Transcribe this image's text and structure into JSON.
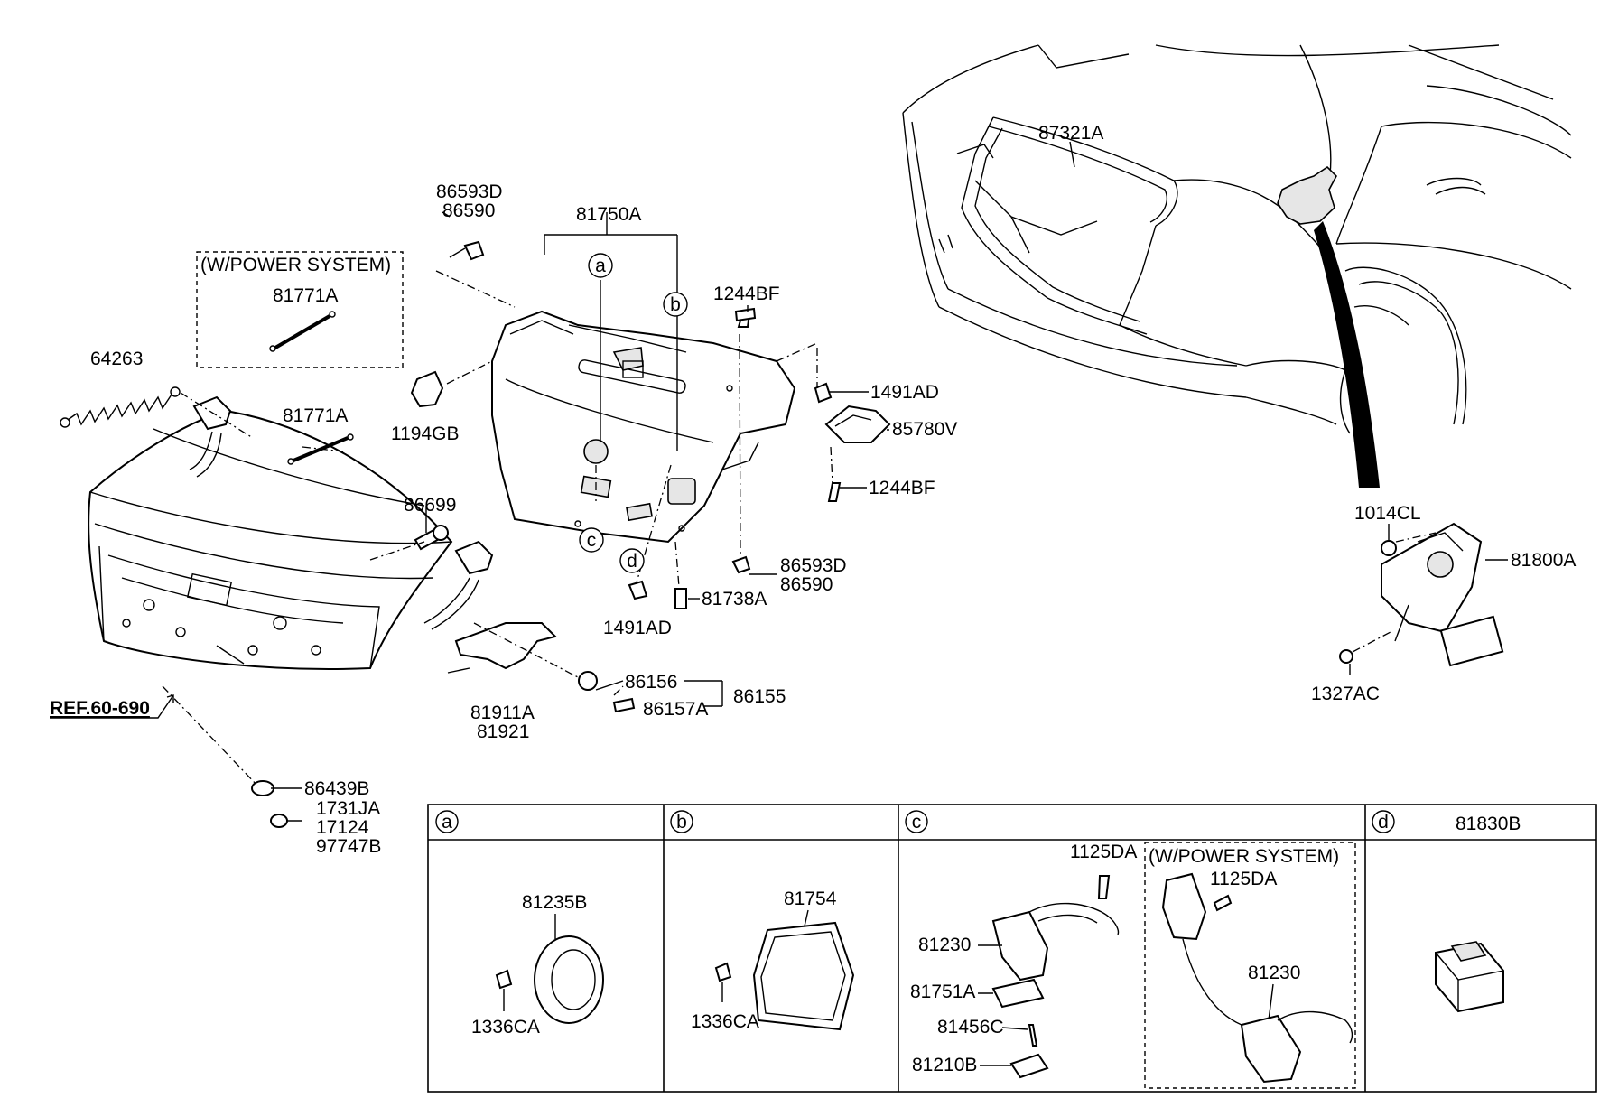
{
  "parts": {
    "p86593D_top": "86593D",
    "p86590_top": "86590",
    "p81750A": "81750A",
    "p1244BF_top": "1244BF",
    "p1491AD_right": "1491AD",
    "p85780V": "85780V",
    "p1244BF_bot": "1244BF",
    "p86593D_bot": "86593D",
    "p86590_bot": "86590",
    "p81738A": "81738A",
    "p1491AD_bot": "1491AD",
    "p1194GB": "1194GB",
    "p81771A_box": "81771A",
    "p81771A": "81771A",
    "p64263": "64263",
    "p86699": "86699",
    "p86156": "86156",
    "p86155": "86155",
    "p86157A": "86157A",
    "p81911A": "81911A",
    "p81921": "81921",
    "p86439B": "86439B",
    "p1731JA": "1731JA",
    "p17124": "17124",
    "p97747B": "97747B",
    "ref": "REF.60-690",
    "p87321A": "87321A",
    "p1014CL": "1014CL",
    "p81800A": "81800A",
    "p1327AC": "1327AC",
    "wpower_top": "(W/POWER SYSTEM)"
  },
  "callouts": {
    "a": "a",
    "b": "b",
    "c": "c",
    "d": "d"
  },
  "table": {
    "col_a": {
      "letter": "a",
      "parts": [
        "81235B",
        "1336CA"
      ]
    },
    "col_b": {
      "letter": "b",
      "parts": [
        "81754",
        "1336CA"
      ]
    },
    "col_c": {
      "letter": "c",
      "parts": [
        "1125DA",
        "81230",
        "81751A",
        "81456C",
        "81210B"
      ],
      "power_title": "(W/POWER SYSTEM)",
      "power_parts": [
        "1125DA",
        "81230"
      ]
    },
    "col_d": {
      "letter": "d",
      "header_part": "81830B"
    }
  }
}
